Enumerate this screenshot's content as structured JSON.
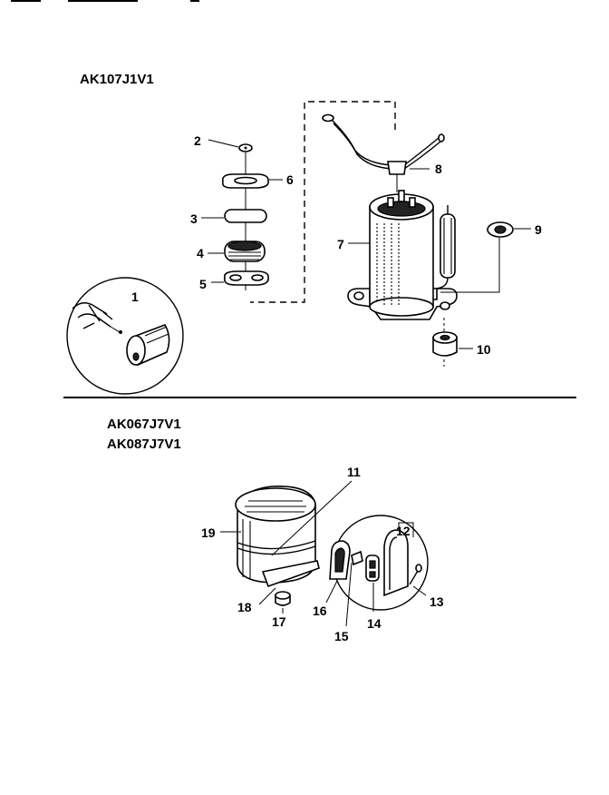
{
  "sections": [
    {
      "model_labels": [
        "AK107J1V1"
      ]
    },
    {
      "model_labels": [
        "AK067J7V1",
        "AK087J7V1"
      ]
    }
  ],
  "callouts": {
    "top": [
      "1",
      "2",
      "3",
      "4",
      "5",
      "6",
      "7",
      "8",
      "9",
      "10"
    ],
    "bottom": [
      "11",
      "12",
      "13",
      "14",
      "15",
      "16",
      "17",
      "18",
      "19"
    ]
  },
  "icons": {
    "compressor": "compressor-icon",
    "terminal_cover": "terminal-cover-icon",
    "overload": "overload-protector-icon",
    "grommet": "grommet-icon"
  }
}
